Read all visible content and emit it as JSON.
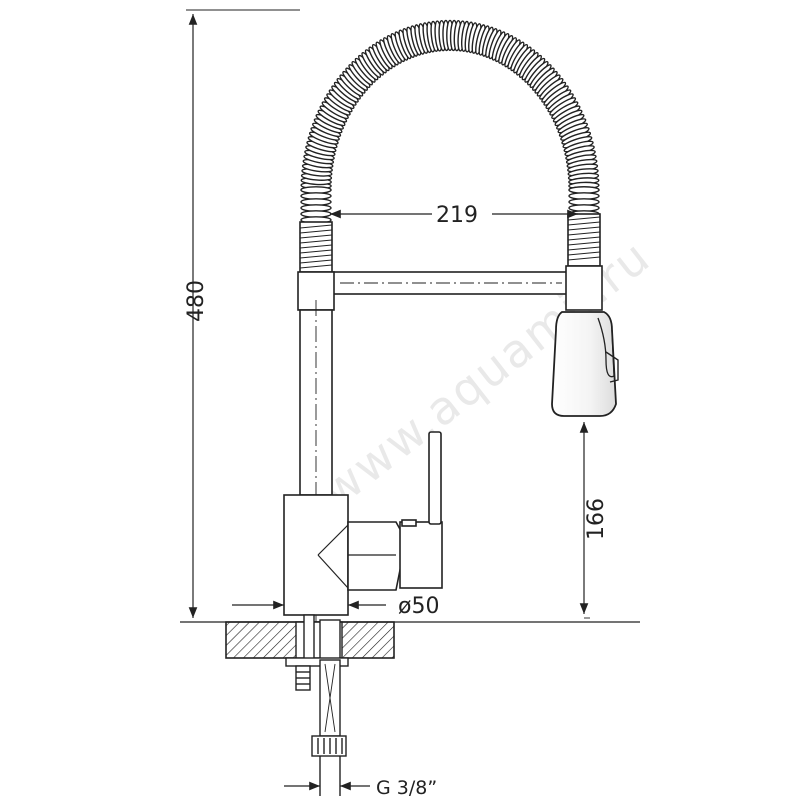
{
  "dimensions": {
    "height_total": "480",
    "reach": "219",
    "spout_height": "166",
    "base_diameter": "ø50",
    "connection": "G 3/8”"
  },
  "watermark": "www.aquamir.ru",
  "colors": {
    "line": "#222222",
    "watermark": "#e9e9e9"
  }
}
